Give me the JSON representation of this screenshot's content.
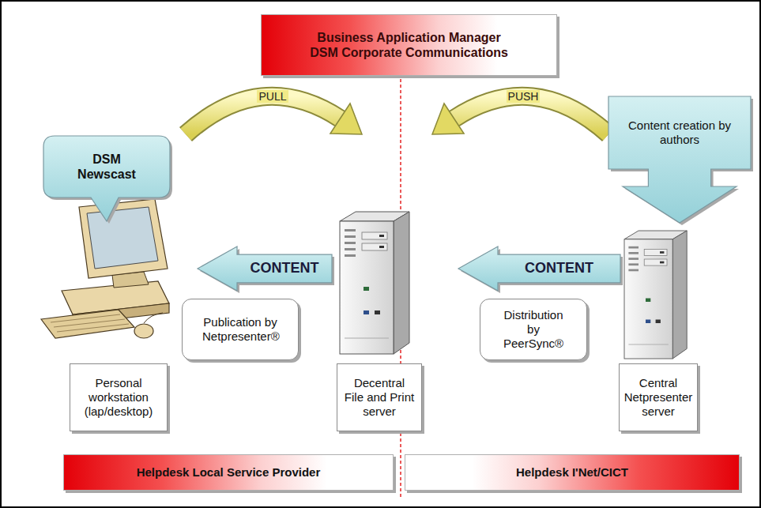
{
  "diagram": {
    "nodes": [
      {
        "text": [
          "Business Application Manager DSM Corporate Communications"
        ]
      },
      {
        "text": [
          "DSM Newscast"
        ]
      },
      {
        "text": [
          "Content creation by authors"
        ]
      },
      {
        "text": [
          "CONTENT"
        ]
      },
      {
        "text": [
          "CONTENT"
        ]
      },
      {
        "text": [
          "Publication by Netpresenter®"
        ]
      },
      {
        "text": [
          "Distribution by PeerSync®"
        ]
      },
      {
        "text": [
          "Personal workstation (lap/desktop)"
        ]
      },
      {
        "text": [
          "Decentral File and Print server"
        ]
      },
      {
        "text": [
          "Central Netpresenter server"
        ]
      },
      {
        "text": [
          "Helpdesk Local Service Provider"
        ]
      },
      {
        "text": [
          "Helpdesk I'Net/CICT"
        ]
      }
    ],
    "labels": [
      "PULL",
      "PUSH"
    ]
  }
}
